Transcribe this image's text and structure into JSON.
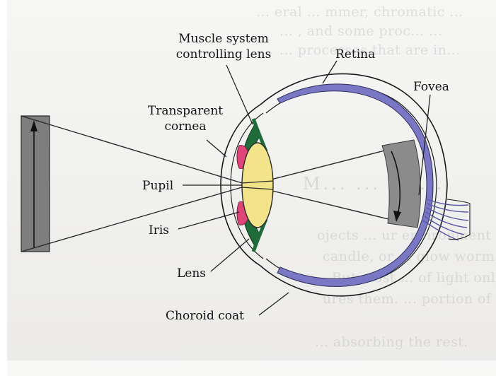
{
  "labels": {
    "muscle_line1": "Muscle system",
    "muscle_line2": "controlling lens",
    "retina": "Retina",
    "fovea": "Fovea",
    "cornea_line1": "Transparent",
    "cornea_line2": "cornea",
    "pupil": "Pupil",
    "iris": "Iris",
    "lens": "Lens",
    "choroid": "Choroid coat"
  },
  "background_text": {
    "top_lines": [
      "… eral ... mmer, chromatic ...",
      "... , and some proc... ...",
      "... processes that are in..."
    ],
    "heading": "M... ... : L...",
    "body_lines": [
      "ojects ... ur environment ... source of light, such",
      "candle, or ... glow worm. These are objects that em",
      ". But most ... of light only if some exte",
      "ures them. ... portion of the",
      "... absorbing the rest."
    ]
  },
  "colors": {
    "retina": "#7a78c4",
    "muscle": "#1f6b3a",
    "lens": "#f3e38a",
    "iris": "#e0457a",
    "outline": "#1a1a1a",
    "image_gray": "#7e7e7e"
  }
}
